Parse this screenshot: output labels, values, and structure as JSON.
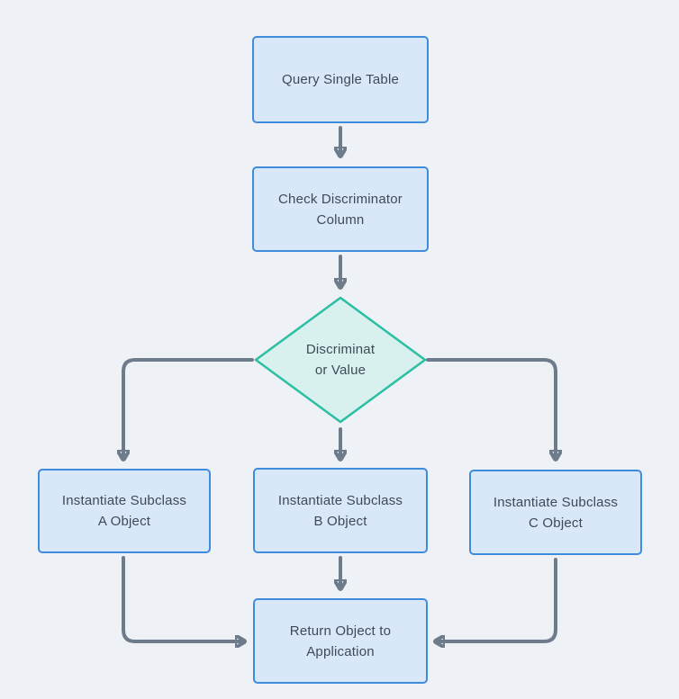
{
  "diagram": {
    "title": "Single Table Inheritance query flow",
    "background_color": "#eef2f6",
    "connector_color": "#6e7b8a",
    "text_color": "#3d4a57",
    "styles": {
      "process_fill": "#d9e8f8",
      "process_border": "#3f8cdc",
      "decision_fill": "#d9f1ee",
      "decision_border": "#2abfa3"
    },
    "nodes": {
      "query": {
        "type": "process",
        "lines": [
          "Query Single Table"
        ]
      },
      "check": {
        "type": "process",
        "lines": [
          "Check Discriminator",
          "Column"
        ]
      },
      "decision": {
        "type": "decision",
        "lines": [
          "Discriminat",
          "or Value"
        ]
      },
      "subclass_a": {
        "type": "process",
        "lines": [
          "Instantiate Subclass",
          "A Object"
        ]
      },
      "subclass_b": {
        "type": "process",
        "lines": [
          "Instantiate Subclass",
          "B Object"
        ]
      },
      "subclass_c": {
        "type": "process",
        "lines": [
          "Instantiate Subclass",
          "C Object"
        ]
      },
      "return": {
        "type": "process",
        "lines": [
          "Return Object to",
          "Application"
        ]
      }
    }
  }
}
